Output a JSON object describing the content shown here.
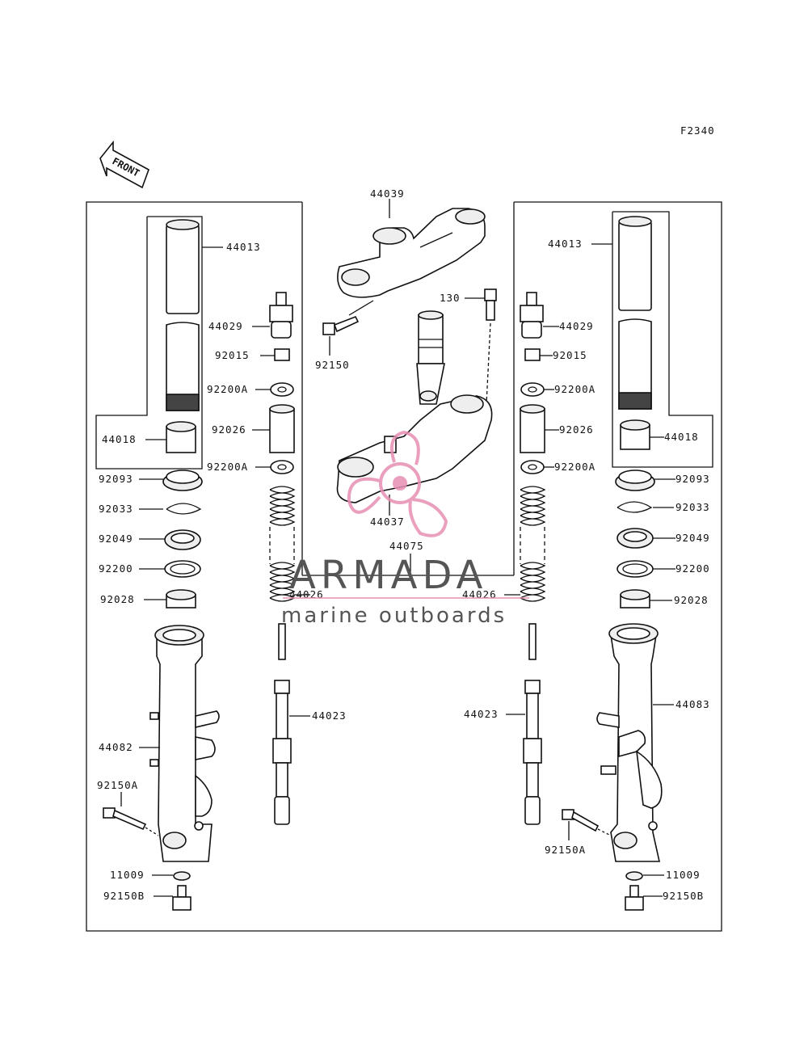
{
  "figure_code": "F2340",
  "front_label": "FRONT",
  "parts": {
    "upper_bracket": "44039",
    "stem_bracket": "44037",
    "fork_assembly": "44075",
    "bolt_130": "130",
    "bolt_92150": "92150",
    "left": {
      "inner_tube": "44013",
      "cap_bolt": "44029",
      "nut": "92015",
      "collar_upper": "92200A",
      "spacer": "92026",
      "collar_lower": "92200A",
      "guide_bushing": "44018",
      "dust_seal": "92093",
      "circlip": "92033",
      "oil_seal": "92049",
      "washer": "92200",
      "bushing": "92028",
      "spring": "44026",
      "damper_cylinder": "44023",
      "outer_tube": "44082",
      "axle_bolt": "92150A",
      "gasket": "11009",
      "drain_bolt": "92150B"
    },
    "right": {
      "inner_tube": "44013",
      "cap_bolt": "44029",
      "nut": "92015",
      "collar_upper": "92200A",
      "spacer": "92026",
      "collar_lower": "92200A",
      "guide_bushing": "44018",
      "dust_seal": "92093",
      "circlip": "92033",
      "oil_seal": "92049",
      "washer": "92200",
      "bushing": "92028",
      "spring": "44026",
      "damper_cylinder": "44023",
      "outer_tube": "44083",
      "axle_bolt": "92150A",
      "gasket": "11009",
      "drain_bolt": "92150B"
    }
  },
  "watermark": {
    "brand": "ARMADA",
    "tagline": "marine outboards",
    "logo_color": "#e78fb3"
  }
}
